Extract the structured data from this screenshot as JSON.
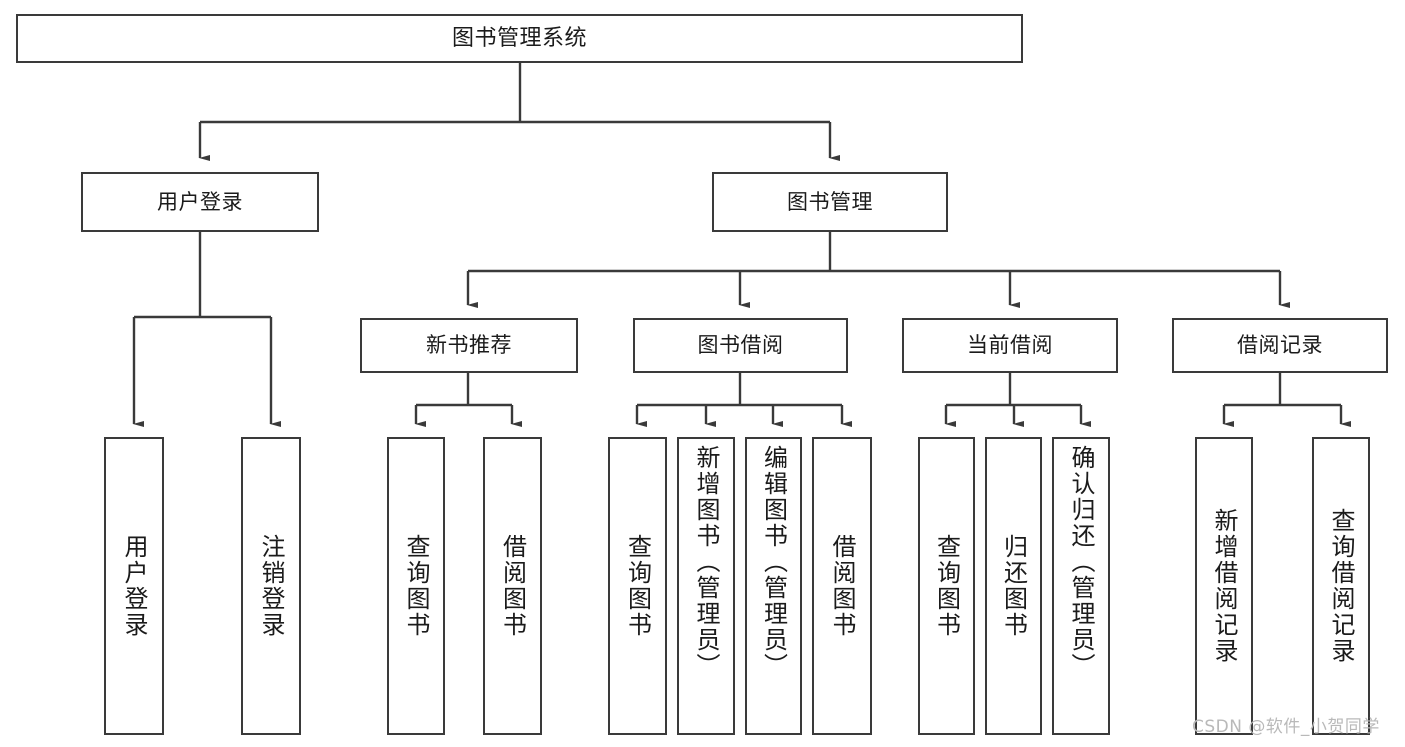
{
  "diagram": {
    "type": "tree",
    "title": "图书管理系统",
    "orientation": "top-down",
    "levels": 4,
    "stroke_color": "#3a3a3a",
    "fill_color": "#ffffff",
    "text_color": "#1b1b1b"
  },
  "nodes": {
    "root": {
      "label": "图书管理系统"
    },
    "level2": [
      {
        "label": "用户登录"
      },
      {
        "label": "图书管理"
      }
    ],
    "level3": [
      {
        "label": "新书推荐"
      },
      {
        "label": "图书借阅"
      },
      {
        "label": "当前借阅"
      },
      {
        "label": "借阅记录"
      }
    ],
    "leaves_user_login": [
      {
        "label": "用户登录"
      },
      {
        "label": "注销登录"
      }
    ],
    "leaves_new_book": [
      {
        "label": "查询图书"
      },
      {
        "label": "借阅图书"
      }
    ],
    "leaves_borrow": [
      {
        "label": "查询图书"
      },
      {
        "label": "新增图书（管理员）"
      },
      {
        "label": "编辑图书（管理员）"
      },
      {
        "label": "借阅图书"
      }
    ],
    "leaves_current": [
      {
        "label": "查询图书"
      },
      {
        "label": "归还图书"
      },
      {
        "label": "确认归还（管理员）"
      }
    ],
    "leaves_records": [
      {
        "label": "新增借阅记录"
      },
      {
        "label": "查询借阅记录"
      }
    ]
  },
  "watermark": {
    "text": "CSDN @软件_小贺同学"
  }
}
